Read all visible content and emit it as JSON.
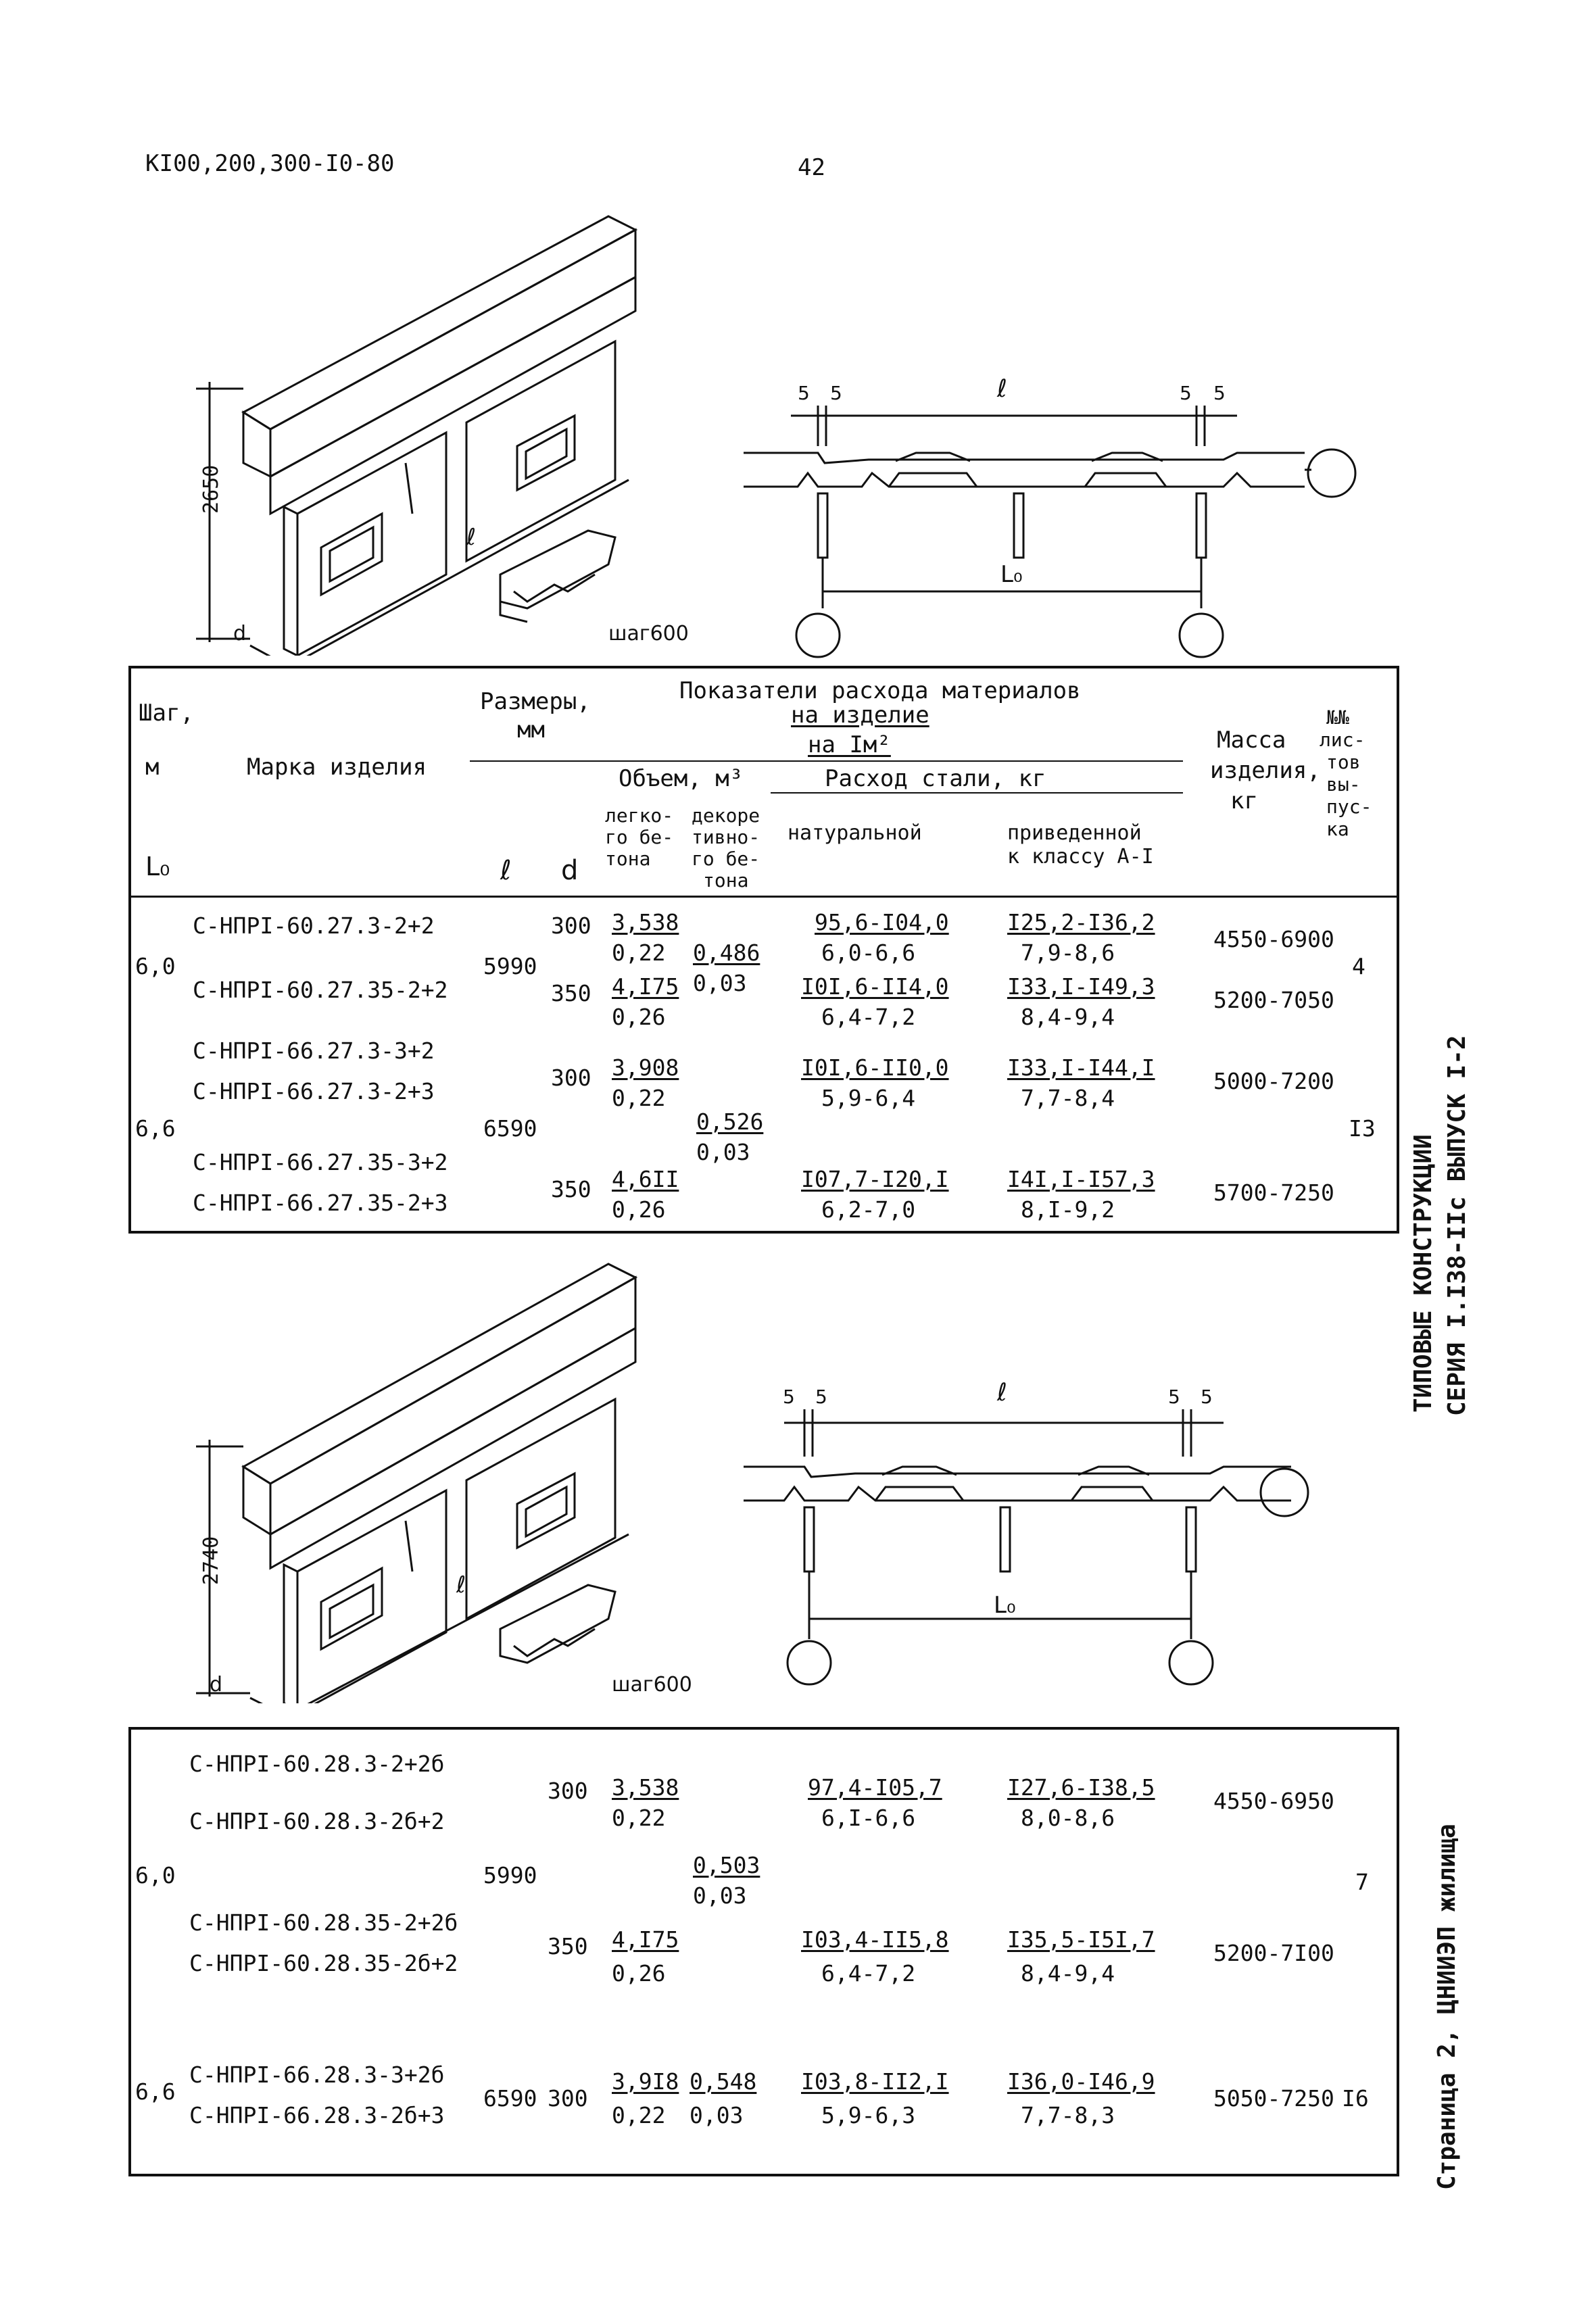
{
  "header": {
    "doc_code": "КI00,200,300-I0-80",
    "page_number": "42"
  },
  "drawing1": {
    "height_dim": "2650",
    "length_sym": "ℓ",
    "depth_sym": "d",
    "step_label": "шаг600",
    "gap_left": "5",
    "gap_left2": "5",
    "gap_right": "5",
    "gap_right2": "5",
    "span_sym": "ℓ",
    "axis_sym": "L₀"
  },
  "drawing2": {
    "height_dim": "2740",
    "length_sym": "ℓ",
    "depth_sym": "d",
    "step_label": "шаг600",
    "gap_left": "5",
    "gap_left2": "5",
    "gap_right": "5",
    "gap_right2": "5",
    "span_sym": "ℓ",
    "axis_sym": "L₀"
  },
  "table_header": {
    "step": "Шаг,",
    "step_unit": "м",
    "step_axis": "L₀",
    "mark": "Марка изделия",
    "sizes": "Размеры,",
    "sizes_unit": "мм",
    "l_sym": "ℓ",
    "d_sym": "d",
    "indicators": "Показатели расхода материалов",
    "per_product": "на изделие",
    "per_m2": "на Iм²",
    "volume": "Объем, м³",
    "light_concrete_1": "легко-",
    "light_concrete_2": "го бе-",
    "light_concrete_3": "тона",
    "decor_concrete_1": "декоре",
    "decor_concrete_2": "тивно-",
    "decor_concrete_3": "го бе-",
    "decor_concrete_4": "тона",
    "steel": "Расход стали, кг",
    "natural": "натуральной",
    "reduced_1": "приведенной",
    "reduced_2": "к классу А-I",
    "mass_1": "Масса",
    "mass_2": "изделия,",
    "mass_3": "кг",
    "sheets_1": "№№",
    "sheets_2": "лис-",
    "sheets_3": "тов",
    "sheets_4": "вы-",
    "sheets_5": "пус-",
    "sheets_6": "ка"
  },
  "table1": {
    "g1_step": "6,0",
    "g1_l": "5990",
    "g1_sheet": "4",
    "g1_decor_top": "0,486",
    "g1_decor_bottom": "0,03",
    "r1_mark": "С-НПРI-60.27.3-2+2",
    "r1_d": "300",
    "r1_vol_top": "3,538",
    "r1_vol_bottom": "0,22",
    "r1_nat_top": "95,6-I04,0",
    "r1_nat_bottom": "6,0-6,6",
    "r1_red_top": "I25,2-I36,2",
    "r1_red_bottom": "7,9-8,6",
    "r1_mass": "4550-6900",
    "r2_mark": "С-НПРI-60.27.35-2+2",
    "r2_d": "350",
    "r2_vol_top": "4,I75",
    "r2_vol_bottom": "0,26",
    "r2_nat_top": "I0I,6-II4,0",
    "r2_nat_bottom": "6,4-7,2",
    "r2_red_top": "I33,I-I49,3",
    "r2_red_bottom": "8,4-9,4",
    "r2_mass": "5200-7050",
    "g2_step": "6,6",
    "g2_l": "6590",
    "g2_sheet": "I3",
    "g2_decor_top": "0,526",
    "g2_decor_bottom": "0,03",
    "r3_mark_a": "С-НПРI-66.27.3-3+2",
    "r3_mark_b": "С-НПРI-66.27.3-2+3",
    "r3_d": "300",
    "r3_vol_top": "3,908",
    "r3_vol_bottom": "0,22",
    "r3_nat_top": "I0I,6-II0,0",
    "r3_nat_bottom": "5,9-6,4",
    "r3_red_top": "I33,I-I44,I",
    "r3_red_bottom": "7,7-8,4",
    "r3_mass": "5000-7200",
    "r4_mark_a": "С-НПРI-66.27.35-3+2",
    "r4_mark_b": "С-НПРI-66.27.35-2+3",
    "r4_d": "350",
    "r4_vol_top": "4,6II",
    "r4_vol_bottom": "0,26",
    "r4_nat_top": "I07,7-I20,I",
    "r4_nat_bottom": "6,2-7,0",
    "r4_red_top": "I4I,I-I57,3",
    "r4_red_bottom": "8,I-9,2",
    "r4_mass": "5700-7250"
  },
  "table2": {
    "g1_step": "6,0",
    "g1_l": "5990",
    "g1_sheet": "7",
    "g1_decor_top": "0,503",
    "g1_decor_bottom": "0,03",
    "r1_mark_a": "С-НПРI-60.28.3-2+2б",
    "r1_mark_b": "С-НПРI-60.28.3-2б+2",
    "r1_d": "300",
    "r1_vol_top": "3,538",
    "r1_vol_bottom": "0,22",
    "r1_nat_top": "97,4-I05,7",
    "r1_nat_bottom": "6,I-6,6",
    "r1_red_top": "I27,6-I38,5",
    "r1_red_bottom": "8,0-8,6",
    "r1_mass": "4550-6950",
    "r2_mark_a": "С-НПРI-60.28.35-2+2б",
    "r2_mark_b": "С-НПРI-60.28.35-2б+2",
    "r2_d": "350",
    "r2_vol_top": "4,I75",
    "r2_vol_bottom": "0,26",
    "r2_nat_top": "I03,4-II5,8",
    "r2_nat_bottom": "6,4-7,2",
    "r2_red_top": "I35,5-I5I,7",
    "r2_red_bottom": "8,4-9,4",
    "r2_mass": "5200-7I00",
    "g2_step": "6,6",
    "g2_l": "6590",
    "g2_sheet": "I6",
    "r3_mark_a": "С-НПРI-66.28.3-3+2б",
    "r3_mark_b": "С-НПРI-66.28.3-2б+3",
    "r3_d": "300",
    "r3_vol_top": "3,9I8",
    "r3_vol_bottom": "0,22",
    "r3_decor_top": "0,548",
    "r3_decor_bottom": "0,03",
    "r3_nat_top": "I03,8-II2,I",
    "r3_nat_bottom": "5,9-6,3",
    "r3_red_top": "I36,0-I46,9",
    "r3_red_bottom": "7,7-8,3",
    "r3_mass": "5050-7250"
  },
  "side": {
    "line1": "ТИПОВЫЕ КОНСТРУКЦИИ",
    "line2": "СЕРИЯ I.I38-IIс ВЫПУСК I-2",
    "line3": "Страница 2, ЦНИИЭП жилища"
  }
}
